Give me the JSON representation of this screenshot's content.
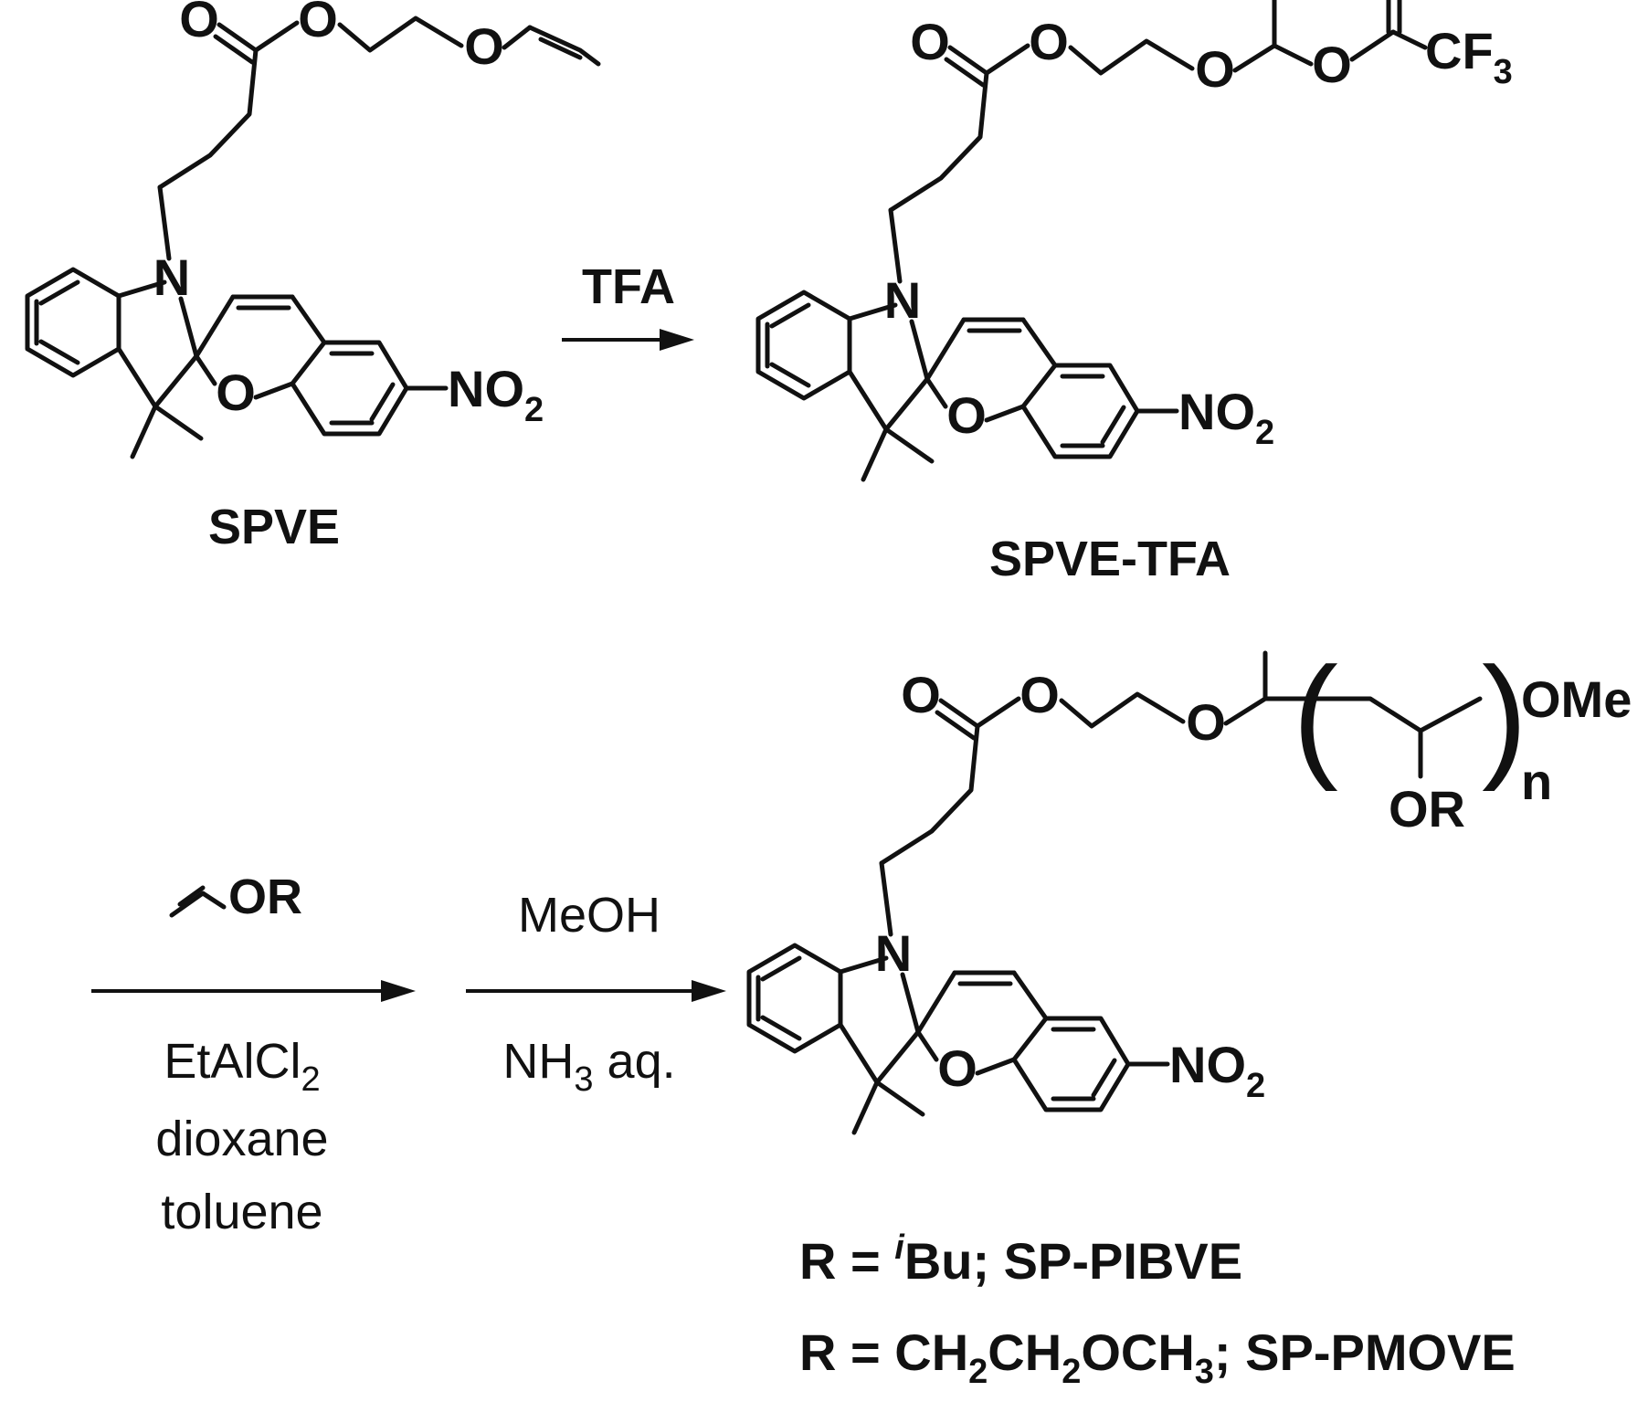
{
  "atoms": {
    "N": "N",
    "O": "O",
    "NO": "NO",
    "two": "2",
    "CF": "CF",
    "three": "3",
    "OMe": "OMe",
    "OR": "OR",
    "n": "n"
  },
  "compounds": {
    "spve": "SPVE",
    "spve_tfa": "SPVE-TFA"
  },
  "reagents": {
    "tfa": "TFA",
    "vinyl_ether": "OR",
    "etalcl": "EtAlCl",
    "etalcl_sub": "2",
    "dioxane": "dioxane",
    "toluene": "toluene",
    "meoh": "MeOH",
    "nh": "NH",
    "nh_sub": "3",
    "aq": " aq."
  },
  "r_definitions": {
    "line1": {
      "prefix": "R = ",
      "sup": "i",
      "rest": "Bu; SP-PIBVE"
    },
    "line2": {
      "p1": "R = CH",
      "s1": "2",
      "p2": "CH",
      "s2": "2",
      "p3": "OCH",
      "s3": "3",
      "p4": "; SP-PMOVE"
    }
  }
}
